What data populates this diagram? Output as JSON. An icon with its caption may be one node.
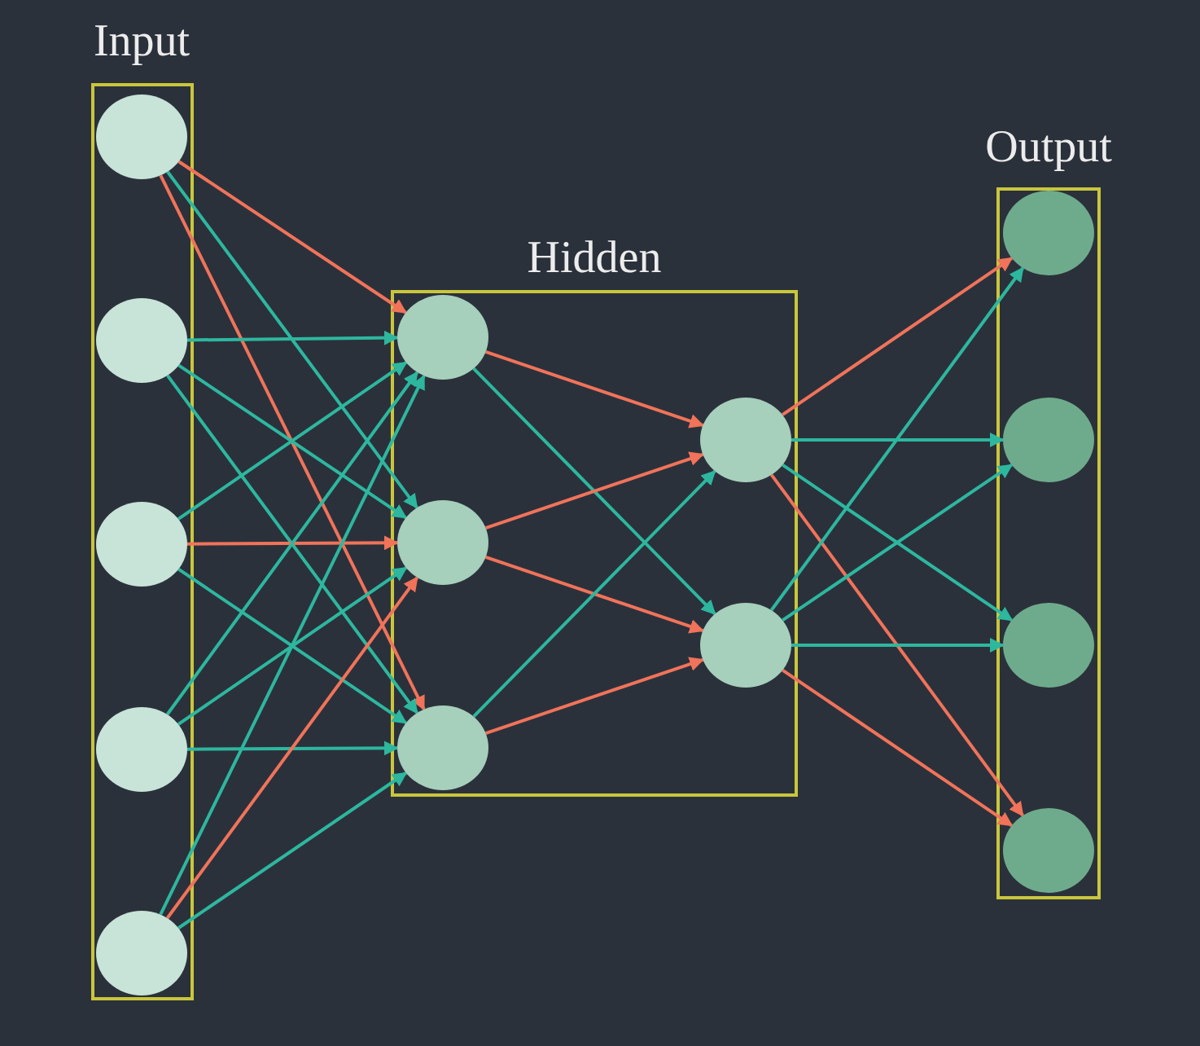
{
  "diagram": {
    "nodes": [
      {
        "text": [
          "Input"
        ]
      },
      {
        "text": [],
        "shape": "circle",
        "in": 0
      },
      {
        "text": [],
        "shape": "circle",
        "in": 0
      },
      {
        "text": [],
        "shape": "circle",
        "in": 0
      },
      {
        "text": [],
        "shape": "circle",
        "in": 0
      },
      {
        "text": [],
        "shape": "circle",
        "in": 0
      },
      {
        "text": [
          "Hidden"
        ]
      },
      {
        "text": [],
        "shape": "circle",
        "in": 6
      },
      {
        "text": [],
        "shape": "circle",
        "in": 6
      },
      {
        "text": [],
        "shape": "circle",
        "in": 6
      },
      {
        "text": [],
        "shape": "circle",
        "in": 6
      },
      {
        "text": [],
        "shape": "circle",
        "in": 6
      },
      {
        "text": [
          "Output"
        ]
      },
      {
        "text": [],
        "shape": "circle",
        "in": 12
      },
      {
        "text": [],
        "shape": "circle",
        "in": 12
      },
      {
        "text": [],
        "shape": "circle",
        "in": 12
      },
      {
        "text": [],
        "shape": "circle",
        "in": 12
      }
    ],
    "edges": [
      {
        "from": 1,
        "to": 7,
        "arrow": "to",
        "color": "#f0735a"
      },
      {
        "from": 1,
        "to": 8,
        "arrow": "to"
      },
      {
        "from": 1,
        "to": 9,
        "arrow": "to",
        "color": "#f0735a"
      },
      {
        "from": 2,
        "to": 7,
        "arrow": "to"
      },
      {
        "from": 2,
        "to": 8,
        "arrow": "to"
      },
      {
        "from": 2,
        "to": 9,
        "arrow": "to"
      },
      {
        "from": 3,
        "to": 7,
        "arrow": "to"
      },
      {
        "from": 3,
        "to": 8,
        "arrow": "to",
        "color": "#f0735a"
      },
      {
        "from": 3,
        "to": 9,
        "arrow": "to"
      },
      {
        "from": 4,
        "to": 7,
        "arrow": "to"
      },
      {
        "from": 4,
        "to": 8,
        "arrow": "to"
      },
      {
        "from": 4,
        "to": 9,
        "arrow": "to"
      },
      {
        "from": 5,
        "to": 7,
        "arrow": "to"
      },
      {
        "from": 5,
        "to": 8,
        "arrow": "to",
        "color": "#f0735a"
      },
      {
        "from": 5,
        "to": 9,
        "arrow": "to"
      },
      {
        "from": 7,
        "to": 10,
        "arrow": "to",
        "color": "#f0735a"
      },
      {
        "from": 7,
        "to": 11,
        "arrow": "to"
      },
      {
        "from": 8,
        "to": 10,
        "arrow": "to",
        "color": "#f0735a"
      },
      {
        "from": 8,
        "to": 11,
        "arrow": "to",
        "color": "#f0735a"
      },
      {
        "from": 9,
        "to": 10,
        "arrow": "to"
      },
      {
        "from": 9,
        "to": 11,
        "arrow": "to",
        "color": "#f0735a"
      },
      {
        "from": 10,
        "to": 13,
        "arrow": "to",
        "color": "#f0735a"
      },
      {
        "from": 10,
        "to": 14,
        "arrow": "to"
      },
      {
        "from": 10,
        "to": 15,
        "arrow": "to"
      },
      {
        "from": 10,
        "to": 16,
        "arrow": "to",
        "color": "#f0735a"
      },
      {
        "from": 11,
        "to": 13,
        "arrow": "to"
      },
      {
        "from": 11,
        "to": 14,
        "arrow": "to"
      },
      {
        "from": 11,
        "to": 15,
        "arrow": "to"
      },
      {
        "from": 11,
        "to": 16,
        "arrow": "to",
        "color": "#f0735a"
      }
    ]
  }
}
